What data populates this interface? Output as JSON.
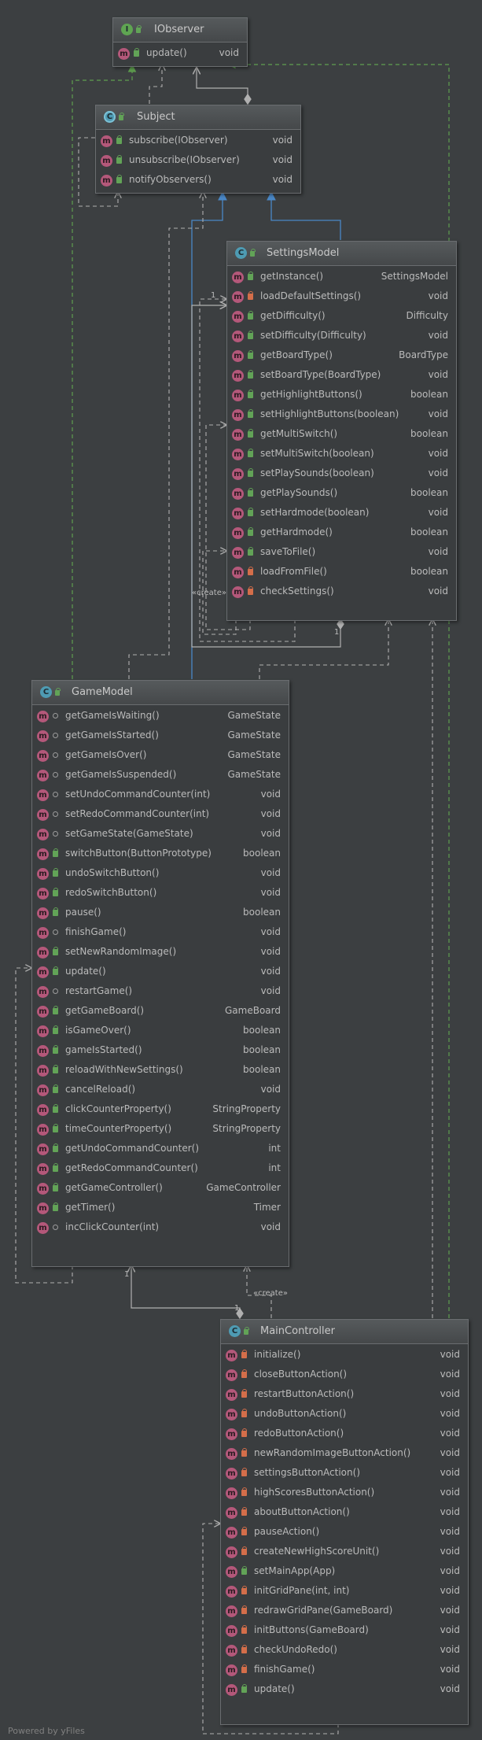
{
  "footer": "Powered by yFiles",
  "labels": {
    "create": "«create»",
    "one": "1",
    "star": "*"
  },
  "colors": {
    "inheritance": "#4a88c7",
    "realization": "#5f9f4f",
    "dependency": "#b0b0b0"
  },
  "boxes": {
    "iobserver": {
      "title": "IObserver",
      "kind": "I",
      "methods": [
        {
          "name": "update()",
          "type": "void",
          "vis": "pub"
        }
      ]
    },
    "subject": {
      "title": "Subject",
      "kind": "C",
      "methods": [
        {
          "name": "subscribe(IObserver)",
          "type": "void",
          "vis": "pub"
        },
        {
          "name": "unsubscribe(IObserver)",
          "type": "void",
          "vis": "pub"
        },
        {
          "name": "notifyObservers()",
          "type": "void",
          "vis": "pub"
        }
      ]
    },
    "settings": {
      "title": "SettingsModel",
      "kind": "C",
      "methods": [
        {
          "name": "getInstance()",
          "type": "SettingsModel",
          "vis": "pub"
        },
        {
          "name": "loadDefaultSettings()",
          "type": "void",
          "vis": "priv"
        },
        {
          "name": "getDifficulty()",
          "type": "Difficulty",
          "vis": "pub"
        },
        {
          "name": "setDifficulty(Difficulty)",
          "type": "void",
          "vis": "pub"
        },
        {
          "name": "getBoardType()",
          "type": "BoardType",
          "vis": "pub"
        },
        {
          "name": "setBoardType(BoardType)",
          "type": "void",
          "vis": "pub"
        },
        {
          "name": "getHighlightButtons()",
          "type": "boolean",
          "vis": "pub"
        },
        {
          "name": "setHighlightButtons(boolean)",
          "type": "void",
          "vis": "pub"
        },
        {
          "name": "getMultiSwitch()",
          "type": "boolean",
          "vis": "pub"
        },
        {
          "name": "setMultiSwitch(boolean)",
          "type": "void",
          "vis": "pub"
        },
        {
          "name": "setPlaySounds(boolean)",
          "type": "void",
          "vis": "pub"
        },
        {
          "name": "getPlaySounds()",
          "type": "boolean",
          "vis": "pub"
        },
        {
          "name": "setHardmode(boolean)",
          "type": "void",
          "vis": "pub"
        },
        {
          "name": "getHardmode()",
          "type": "boolean",
          "vis": "pub"
        },
        {
          "name": "saveToFile()",
          "type": "void",
          "vis": "pub"
        },
        {
          "name": "loadFromFile()",
          "type": "boolean",
          "vis": "priv"
        },
        {
          "name": "checkSettings()",
          "type": "void",
          "vis": "priv"
        }
      ]
    },
    "gamemodel": {
      "title": "GameModel",
      "kind": "C",
      "methods": [
        {
          "name": "getGameIsWaiting()",
          "type": "GameState",
          "vis": "pkg"
        },
        {
          "name": "getGameIsStarted()",
          "type": "GameState",
          "vis": "pkg"
        },
        {
          "name": "getGameIsOver()",
          "type": "GameState",
          "vis": "pkg"
        },
        {
          "name": "getGameIsSuspended()",
          "type": "GameState",
          "vis": "pkg"
        },
        {
          "name": "setUndoCommandCounter(int)",
          "type": "void",
          "vis": "pkg"
        },
        {
          "name": "setRedoCommandCounter(int)",
          "type": "void",
          "vis": "pkg"
        },
        {
          "name": "setGameState(GameState)",
          "type": "void",
          "vis": "pkg"
        },
        {
          "name": "switchButton(ButtonPrototype)",
          "type": "boolean",
          "vis": "pub"
        },
        {
          "name": "undoSwitchButton()",
          "type": "void",
          "vis": "pub"
        },
        {
          "name": "redoSwitchButton()",
          "type": "void",
          "vis": "pub"
        },
        {
          "name": "pause()",
          "type": "boolean",
          "vis": "pub"
        },
        {
          "name": "finishGame()",
          "type": "void",
          "vis": "pkg"
        },
        {
          "name": "setNewRandomImage()",
          "type": "void",
          "vis": "pub"
        },
        {
          "name": "update()",
          "type": "void",
          "vis": "pub"
        },
        {
          "name": "restartGame()",
          "type": "void",
          "vis": "pkg"
        },
        {
          "name": "getGameBoard()",
          "type": "GameBoard",
          "vis": "pub"
        },
        {
          "name": "isGameOver()",
          "type": "boolean",
          "vis": "pub"
        },
        {
          "name": "gameIsStarted()",
          "type": "boolean",
          "vis": "pub"
        },
        {
          "name": "reloadWithNewSettings()",
          "type": "boolean",
          "vis": "pub"
        },
        {
          "name": "cancelReload()",
          "type": "void",
          "vis": "pub"
        },
        {
          "name": "clickCounterProperty()",
          "type": "StringProperty",
          "vis": "pub"
        },
        {
          "name": "timeCounterProperty()",
          "type": "StringProperty",
          "vis": "pub"
        },
        {
          "name": "getUndoCommandCounter()",
          "type": "int",
          "vis": "pub"
        },
        {
          "name": "getRedoCommandCounter()",
          "type": "int",
          "vis": "pub"
        },
        {
          "name": "getGameController()",
          "type": "GameController",
          "vis": "pub"
        },
        {
          "name": "getTimer()",
          "type": "Timer",
          "vis": "pub"
        },
        {
          "name": "incClickCounter(int)",
          "type": "void",
          "vis": "pkg"
        }
      ]
    },
    "maincontroller": {
      "title": "MainController",
      "kind": "C",
      "methods": [
        {
          "name": "initialize()",
          "type": "void",
          "vis": "priv"
        },
        {
          "name": "closeButtonAction()",
          "type": "void",
          "vis": "priv"
        },
        {
          "name": "restartButtonAction()",
          "type": "void",
          "vis": "priv"
        },
        {
          "name": "undoButtonAction()",
          "type": "void",
          "vis": "priv"
        },
        {
          "name": "redoButtonAction()",
          "type": "void",
          "vis": "priv"
        },
        {
          "name": "newRandomImageButtonAction()",
          "type": "void",
          "vis": "priv"
        },
        {
          "name": "settingsButtonAction()",
          "type": "void",
          "vis": "priv"
        },
        {
          "name": "highScoresButtonAction()",
          "type": "void",
          "vis": "priv"
        },
        {
          "name": "aboutButtonAction()",
          "type": "void",
          "vis": "priv"
        },
        {
          "name": "pauseAction()",
          "type": "void",
          "vis": "priv"
        },
        {
          "name": "createNewHighScoreUnit()",
          "type": "void",
          "vis": "priv"
        },
        {
          "name": "setMainApp(App)",
          "type": "void",
          "vis": "pub"
        },
        {
          "name": "initGridPane(int, int)",
          "type": "void",
          "vis": "priv"
        },
        {
          "name": "redrawGridPane(GameBoard)",
          "type": "void",
          "vis": "priv"
        },
        {
          "name": "initButtons(GameBoard)",
          "type": "void",
          "vis": "priv"
        },
        {
          "name": "checkUndoRedo()",
          "type": "void",
          "vis": "priv"
        },
        {
          "name": "finishGame()",
          "type": "void",
          "vis": "priv"
        },
        {
          "name": "update()",
          "type": "void",
          "vis": "pub"
        }
      ]
    }
  }
}
